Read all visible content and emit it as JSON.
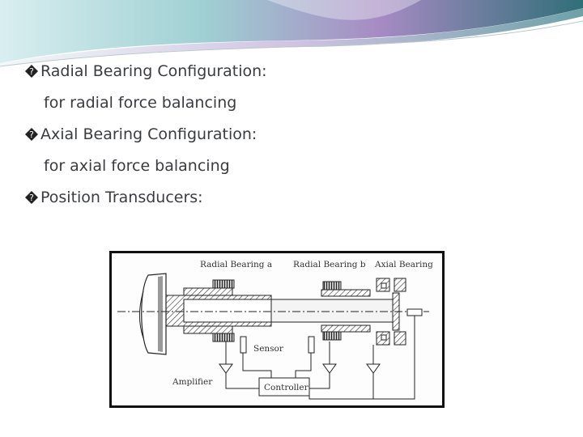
{
  "bullets": [
    {
      "glyph": "unknown-glyph",
      "text": "Radial Bearing Configuration:"
    },
    {
      "text": "for radial force balancing"
    },
    {
      "glyph": "unknown-glyph",
      "text": "Axial Bearing Configuration:"
    },
    {
      "text": "for axial force balancing"
    },
    {
      "glyph": "unknown-glyph",
      "text": "Position Transducers:"
    }
  ],
  "figure": {
    "labels": {
      "radial_a": "Radial Bearing a",
      "radial_b": "Radial Bearing b",
      "axial": "Axial Bearing",
      "sensor": "Sensor",
      "amplifier": "Amplifier",
      "controller": "Controller"
    }
  },
  "colors": {
    "text": "#3a3c40",
    "header_teal": "#2f6f78",
    "header_purple": "#a78bc3",
    "header_light": "#9fd0d3",
    "figure_border": "#111111"
  }
}
